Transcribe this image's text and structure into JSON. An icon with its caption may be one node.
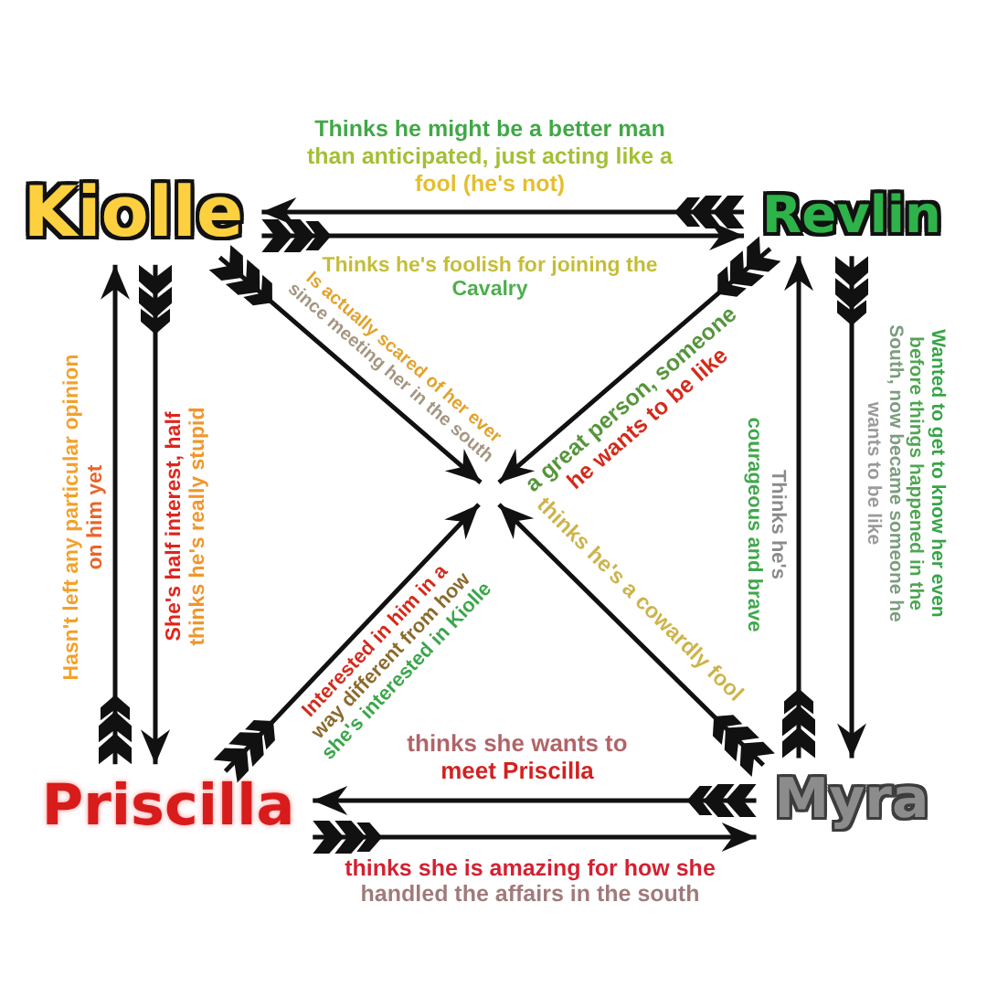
{
  "diagram": {
    "nodes": [
      {
        "text": [
          "Kiolle"
        ]
      },
      {
        "text": [
          "Revlin"
        ]
      },
      {
        "text": [
          "Priscilla"
        ]
      },
      {
        "text": [
          "Myra"
        ]
      }
    ],
    "edges": [
      {
        "from": 1,
        "to": 0,
        "arrow": "to",
        "label": "Thinks he might be a better man than anticipated, just acting like a fool (he's not)"
      },
      {
        "from": 0,
        "to": 1,
        "arrow": "to",
        "label": "Thinks he's foolish for joining the Cavalry"
      },
      {
        "from": 0,
        "to": null,
        "arrow": "to",
        "label": "Is actually scared of her ever since meeting her in the south"
      },
      {
        "from": 1,
        "to": null,
        "arrow": "to",
        "label": "a great person, someone he wants to be like"
      },
      {
        "from": 2,
        "to": 0,
        "arrow": "to",
        "label": "Hasn't left any particular opinion on him yet"
      },
      {
        "from": 0,
        "to": 2,
        "arrow": "to",
        "label": "She's half interest, half thinks he's really stupid"
      },
      {
        "from": 3,
        "to": 1,
        "arrow": "to",
        "label": "Thinks he's courageous and brave"
      },
      {
        "from": 1,
        "to": 3,
        "arrow": "to",
        "label": "Wanted to get to know her even before things happened in the South, now became someone he wants to be like"
      },
      {
        "from": 2,
        "to": null,
        "arrow": "to",
        "label": "Interested in him in a way different from how she's interested in Kiolle"
      },
      {
        "from": 3,
        "to": null,
        "arrow": "to",
        "label": "thinks he's a cowardly fool"
      },
      {
        "from": 3,
        "to": 2,
        "arrow": "to",
        "label": "thinks she wants to meet Priscilla"
      },
      {
        "from": 2,
        "to": 3,
        "arrow": "to",
        "label": "thinks she is amazing for how she handled the affairs in the south"
      }
    ]
  }
}
